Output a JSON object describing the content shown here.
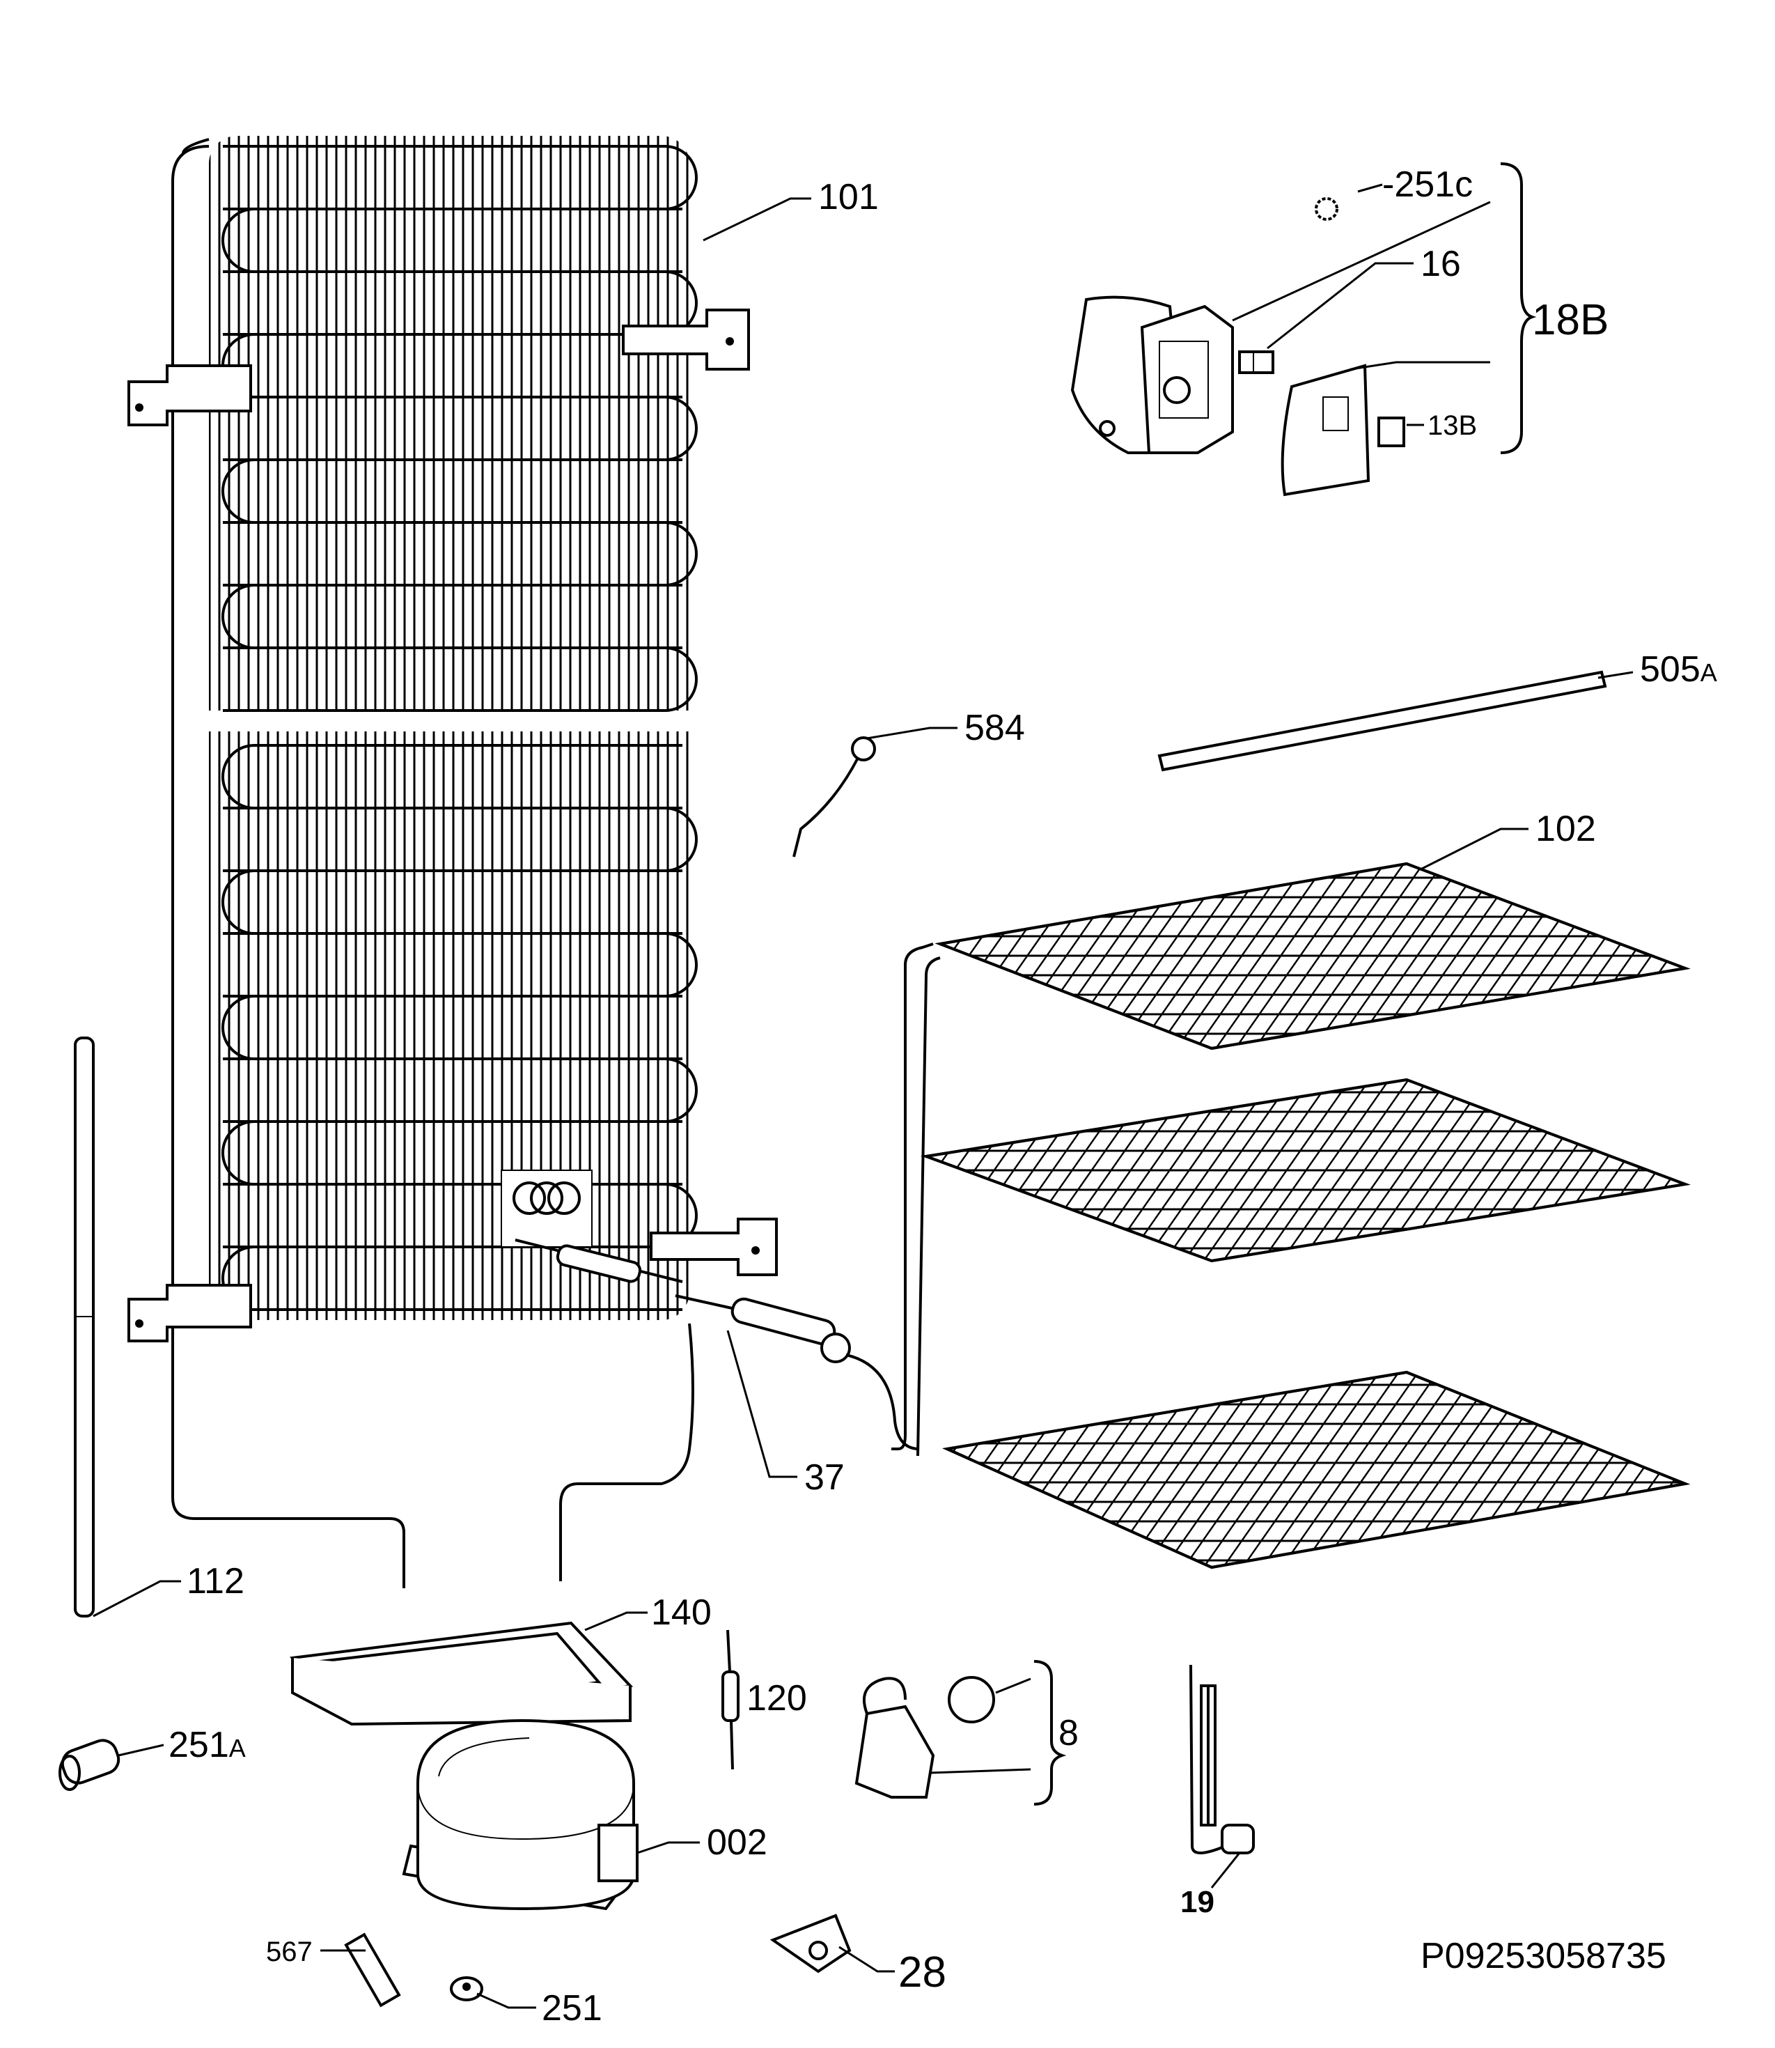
{
  "labels": {
    "l101": "101",
    "l251c": "-251c",
    "l16": "16",
    "l18b": "18B",
    "l13b": "13B",
    "l505": "505",
    "l505s": "A",
    "l584": "584",
    "l102": "102",
    "l37": "37",
    "l112": "112",
    "l140": "140",
    "l120": "120",
    "l8": "8",
    "l251": "251",
    "l251as": "A",
    "l002": "002",
    "l567": "567",
    "l251b": "251",
    "l28": "28",
    "l19": "19"
  },
  "footer": {
    "code": "P09253058735"
  }
}
